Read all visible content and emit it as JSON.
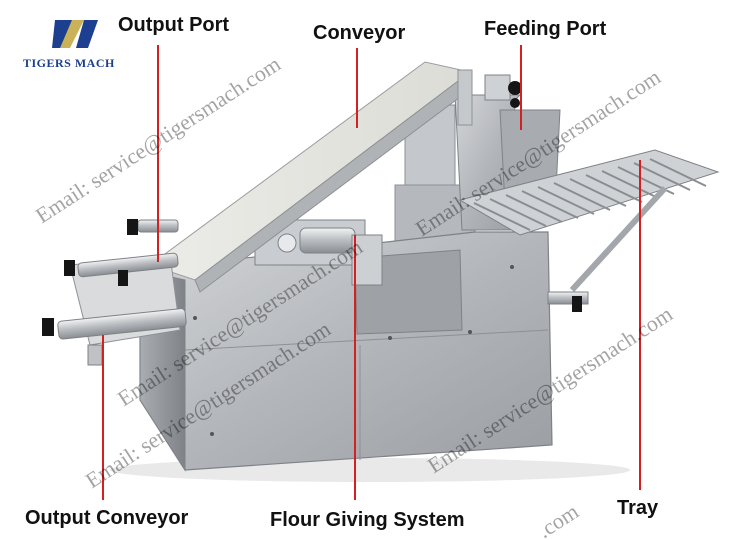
{
  "brand": {
    "name": "TIGERS MACH",
    "icon": "tigers-mach-logo-icon",
    "color": "#1c3f8f"
  },
  "labels": {
    "output_port": "Output Port",
    "conveyor": "Conveyor",
    "feeding_port": "Feeding Port",
    "output_conveyor": "Output Conveyor",
    "flour_giving_system": "Flour Giving System",
    "tray": "Tray"
  },
  "watermarks": [
    "Email: service@tigersmach.com",
    "Email: service@tigersmach.com",
    "Email: service@tigersmach.com",
    "Email: service@tigersmach.com",
    "Email: service@tigersmach.com",
    ".com"
  ],
  "colors": {
    "pointer": "#d42020",
    "steel": "#b9bcc0",
    "steel_dark": "#8d9196"
  }
}
